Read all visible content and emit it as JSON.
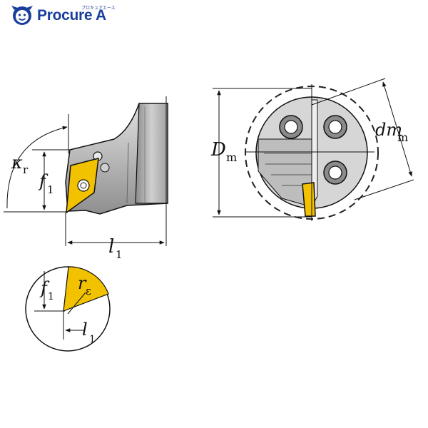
{
  "logo": {
    "text": "Procure A",
    "kana": "プロキュアエース",
    "brand_color": "#1a3f9b",
    "icon": "face-mascot-icon"
  },
  "labels": {
    "kr_main": "κ",
    "kr_sub": "r",
    "f1_main": "f",
    "f1_sub": "1",
    "l1_main": "l",
    "l1_sub": "1",
    "dm_main": "D",
    "dm_sub": "m",
    "dmm_main": "dm",
    "dmm_sub": "m",
    "detail_f1_main": "f",
    "detail_f1_sub": "1",
    "re_main": "r",
    "re_sub": "ε",
    "detail_l1_main": "l",
    "detail_l1_sub": "1"
  },
  "colors": {
    "insert": "#f2c200",
    "body_gray": "#9a9a9a",
    "light_gray": "#d2d2d2",
    "line": "#111111"
  }
}
